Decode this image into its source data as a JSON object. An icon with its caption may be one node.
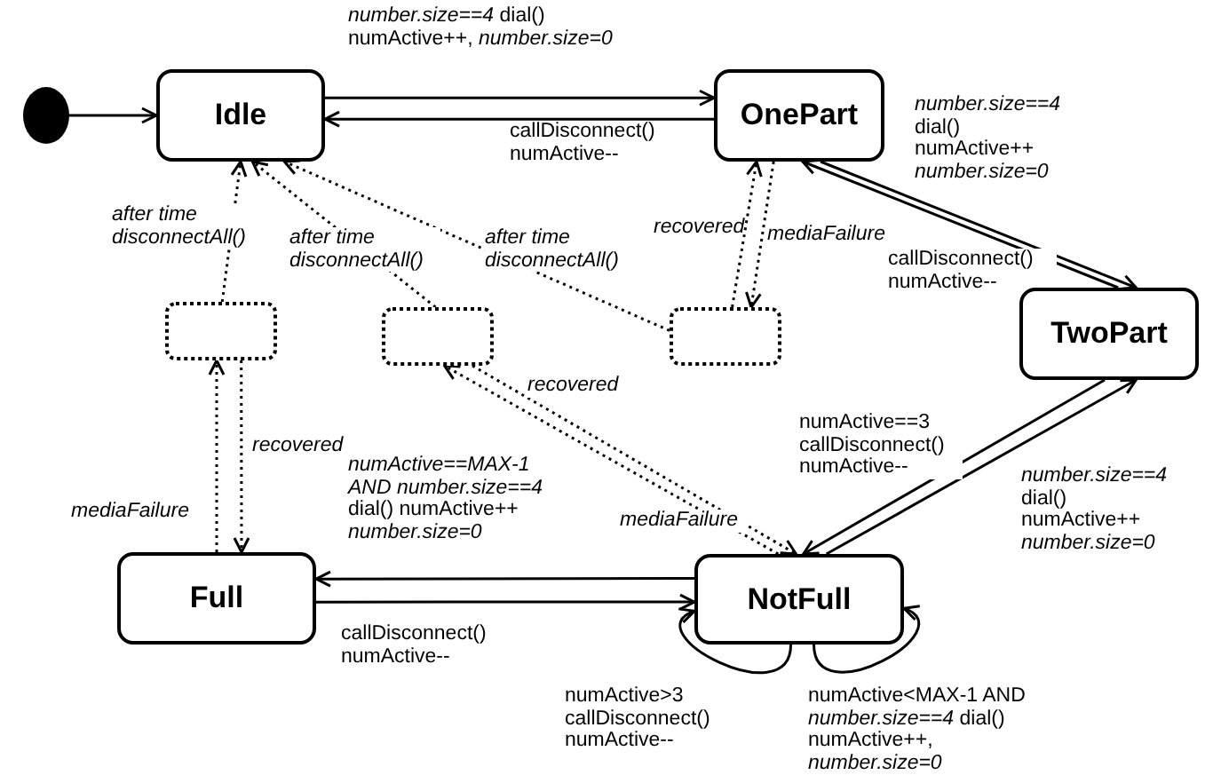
{
  "diagram": {
    "nodes": [
      {
        "text": [],
        "shape": "circle"
      },
      {
        "text": [
          "Idle"
        ]
      },
      {
        "text": [
          "OnePart"
        ]
      },
      {
        "text": [
          "TwoPart"
        ]
      },
      {
        "text": [
          "Full"
        ]
      },
      {
        "text": [
          "NotFull"
        ]
      },
      {
        "text": [],
        "shape": "box"
      },
      {
        "text": [],
        "shape": "box"
      },
      {
        "text": [],
        "shape": "box"
      }
    ],
    "edges": [
      {
        "from": 0,
        "to": 1,
        "arrow": "to"
      },
      {
        "from": 1,
        "to": 2,
        "arrow": "to",
        "label": "*number.size==4* dial() numActive++, *number.size=0*"
      },
      {
        "from": 2,
        "to": 1,
        "arrow": "to",
        "label": "callDisconnect() numActive--"
      },
      {
        "from": 2,
        "to": 3,
        "arrow": "to",
        "label": "*number.size==4* dial() numActive++ *number.size=0*"
      },
      {
        "from": 3,
        "to": 2,
        "arrow": "to",
        "label": "callDisconnect() numActive--"
      },
      {
        "from": 3,
        "to": 5,
        "arrow": "to",
        "label": "numActive==3 callDisconnect() numActive--"
      },
      {
        "from": 5,
        "to": 3,
        "arrow": "to",
        "label": "*number.size==4* dial() numActive++ *number.size=0*"
      },
      {
        "from": 5,
        "to": 4,
        "arrow": "to",
        "label": "*numActive==MAX-1 AND number.size==4* dial() numActive++ *number.size=0*"
      },
      {
        "from": 4,
        "to": 5,
        "arrow": "to",
        "label": "callDisconnect() numActive--"
      },
      {
        "from": 5,
        "to": 5,
        "arrow": "to",
        "label": "numActive>3 callDisconnect() numActive--"
      },
      {
        "from": 5,
        "to": 5,
        "arrow": "to",
        "label": "numActive<MAX-1 AND *number.size==4* dial() numActive++, *number.size=0*"
      },
      {
        "from": 6,
        "to": 1,
        "arrow": "to",
        "style": "dashed",
        "label": "after time disconnectAll()"
      },
      {
        "from": 7,
        "to": 1,
        "arrow": "to",
        "style": "dashed",
        "label": "after time disconnectAll()"
      },
      {
        "from": 8,
        "to": 1,
        "arrow": "to",
        "style": "dashed",
        "label": "after time disconnectAll()"
      },
      {
        "from": 8,
        "to": 2,
        "arrow": "to",
        "style": "dashed",
        "label": "recovered"
      },
      {
        "from": 2,
        "to": 8,
        "arrow": "to",
        "style": "dashed",
        "label": "mediaFailure"
      },
      {
        "from": 7,
        "to": 5,
        "arrow": "to",
        "style": "dashed",
        "label": "recovered"
      },
      {
        "from": 5,
        "to": 7,
        "arrow": "to",
        "style": "dashed",
        "label": "mediaFailure"
      },
      {
        "from": 4,
        "to": 6,
        "arrow": "to",
        "style": "dashed",
        "label": "mediaFailure"
      },
      {
        "from": 6,
        "to": 4,
        "arrow": "to",
        "style": "dashed",
        "label": "recovered"
      }
    ]
  }
}
